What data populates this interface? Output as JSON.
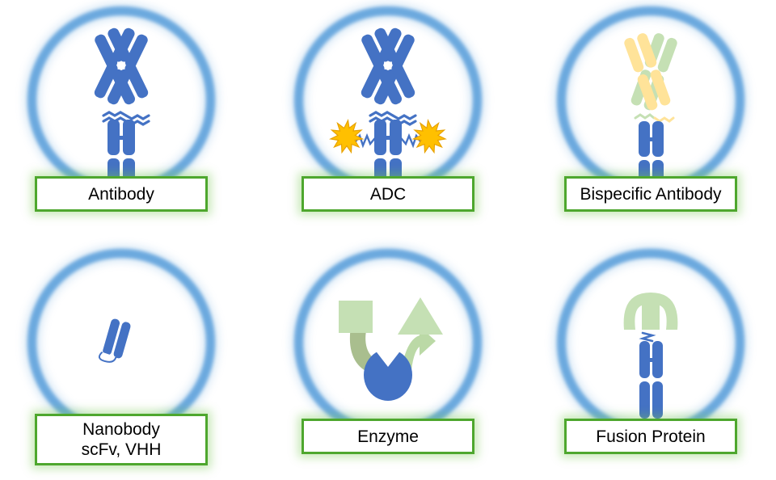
{
  "diagram": {
    "title": "Antibody and protein therapeutic modality formats",
    "columns": 3,
    "rows": 2,
    "background_color": "#FFFFFF"
  },
  "palette": {
    "ring_blue": "#68A7DE",
    "protein_blue": "#4472C4",
    "protein_blue_dark": "#3C64B1",
    "arm_green": "#C5E0B4",
    "arm_yellow": "#FFE399",
    "payload_orange": "#FFC000",
    "payload_orange_edge": "#E8A200",
    "label_border_green": "#4EA72E",
    "label_glow_green": "#78C850",
    "substrate_green": "#C5E0B4",
    "linker_olive": "#A9BE8E",
    "label_text": "#000000",
    "label_fill": "#FFFFFF"
  },
  "panels": [
    {
      "id": "antibody",
      "row": 0,
      "column": 0,
      "label_lines": [
        "Antibody"
      ],
      "icon": "full-igg-antibody",
      "description": "Full-length IgG antibody with two blue Fab arms and blue Fc stem",
      "arm_left_color": "#4472C4",
      "arm_right_color": "#4472C4",
      "stem_color": "#4472C4"
    },
    {
      "id": "adc",
      "row": 0,
      "column": 1,
      "label_lines": [
        "ADC"
      ],
      "icon": "antibody-drug-conjugate",
      "description": "Antibody with two orange starburst drug payloads attached by zigzag linkers to the Fc stem",
      "arm_left_color": "#4472C4",
      "arm_right_color": "#4472C4",
      "stem_color": "#4472C4",
      "payload_count": 2,
      "payload_color": "#FFC000",
      "linker_color": "#4472C4"
    },
    {
      "id": "bispecific-antibody",
      "row": 0,
      "column": 2,
      "label_lines": [
        "Bispecific Antibody"
      ],
      "icon": "bispecific-antibody",
      "description": "Antibody with one green Fab arm and one yellow Fab arm on a blue Fc stem",
      "arm_left_color": "#C5E0B4",
      "arm_right_color": "#FFE399",
      "stem_color": "#4472C4"
    },
    {
      "id": "nanobody",
      "row": 1,
      "column": 0,
      "label_lines": [
        "Nanobody",
        "scFv, VHH"
      ],
      "icon": "nanobody-single-domain",
      "description": "Small single-domain fragment drawn as two tilted blue bars with a white loop",
      "fragment_color": "#4472C4"
    },
    {
      "id": "enzyme",
      "row": 1,
      "column": 1,
      "label_lines": [
        "Enzyme"
      ],
      "icon": "enzyme-catalysis",
      "description": "Green square substrate flows into a blue notched enzyme and a green arrow exits to a green triangle product",
      "substrate_shape": "square",
      "product_shape": "triangle",
      "enzyme_color": "#4472C4",
      "substrate_color": "#C5E0B4",
      "product_color": "#C5E0B4"
    },
    {
      "id": "fusion-protein",
      "row": 1,
      "column": 2,
      "label_lines": [
        "Fusion Protein"
      ],
      "icon": "fc-fusion-protein",
      "description": "Green receptor cup domain fused by a small blue hinge to a blue Fc stem",
      "receptor_color": "#C5E0B4",
      "stem_color": "#4472C4"
    }
  ]
}
